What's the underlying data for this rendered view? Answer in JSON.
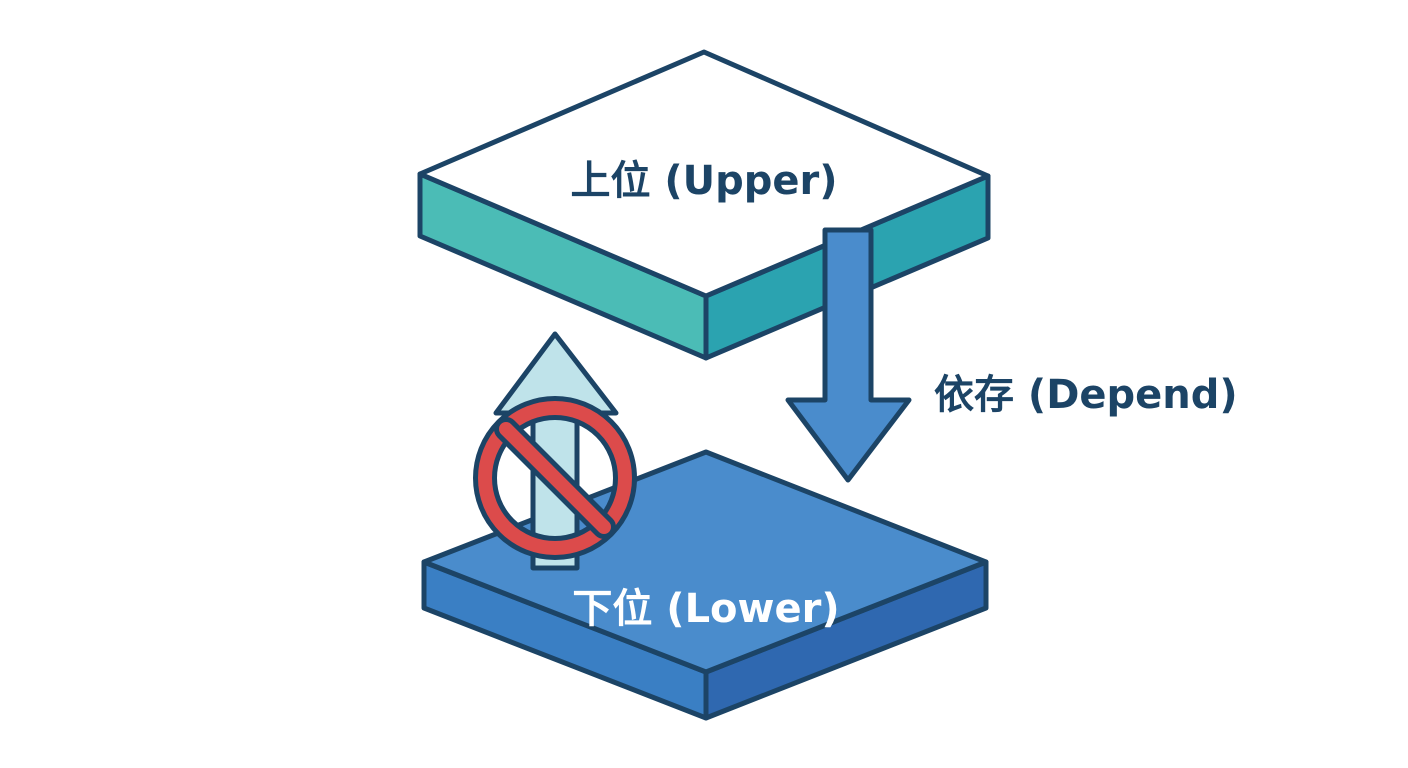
{
  "layers": {
    "upper": {
      "label": "上位 (Upper)"
    },
    "lower": {
      "label": "下位 (Lower)"
    }
  },
  "arrows": {
    "depend": {
      "label": "依存 (Depend)",
      "direction": "upper-to-lower",
      "allowed": true
    },
    "reverse": {
      "direction": "lower-to-upper",
      "allowed": false,
      "icon": "prohibited-icon"
    }
  },
  "colors": {
    "outline": "#1c4466",
    "upper_top": "#ffffff",
    "upper_side_left": "#4bbcb6",
    "upper_side_right": "#2ba3b0",
    "lower_top": "#4a8ccc",
    "lower_side_left": "#3a7fc4",
    "lower_side_right": "#2f68b0",
    "depend_arrow": "#4a8ccc",
    "reverse_arrow": "#bfe3ea",
    "prohibited": "#dc4b4b",
    "upper_text": "#1c4466",
    "lower_text": "#ffffff",
    "arrow_text": "#1c4466"
  }
}
